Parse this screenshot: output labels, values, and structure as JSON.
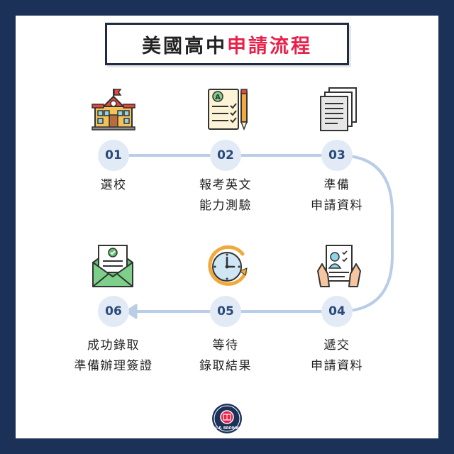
{
  "title": {
    "part1": "美國高中",
    "part2": "申請流程"
  },
  "steps": [
    {
      "num": "01",
      "line1": "選校",
      "line2": ""
    },
    {
      "num": "02",
      "line1": "報考英文",
      "line2": "能力測驗"
    },
    {
      "num": "03",
      "line1": "準備",
      "line2": "申請資料"
    },
    {
      "num": "04",
      "line1": "遞交",
      "line2": "申請資料"
    },
    {
      "num": "05",
      "line1": "等待",
      "line2": "錄取結果"
    },
    {
      "num": "06",
      "line1": "成功錄取",
      "line2": "準備辦理簽證"
    }
  ],
  "logo": {
    "text": "L.F. BROWN"
  },
  "colors": {
    "background": "#1b3158",
    "title_accent": "#e8214a",
    "connector": "#b9cde6",
    "number_bg": "#e2ebf5"
  },
  "icons": [
    "school-icon",
    "test-paper-icon",
    "documents-icon",
    "application-form-icon",
    "clock-icon",
    "envelope-letter-icon"
  ]
}
